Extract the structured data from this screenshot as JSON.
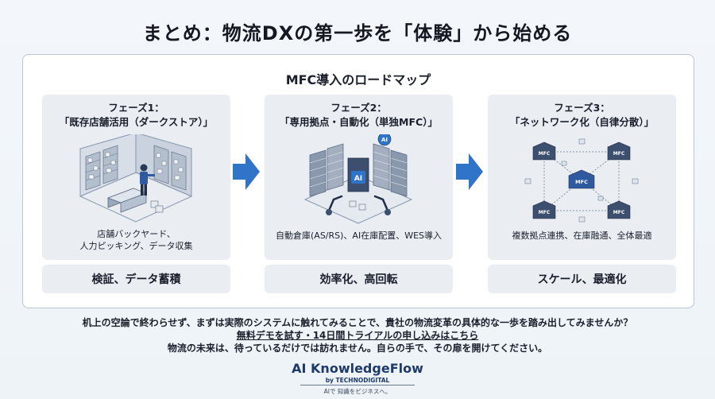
{
  "title": "まとめ：物流DXの第一歩を「体験」から始める",
  "roadmap": {
    "title": "MFC導入のロードマップ",
    "phases": [
      {
        "heading_line1": "フェーズ1：",
        "heading_line2": "「既存店舗活用（ダークストア）」",
        "desc_line1": "店舗バックヤード、",
        "desc_line2": "人力ピッキング、データ収集",
        "result": "検証、データ蓄積"
      },
      {
        "heading_line1": "フェーズ2：",
        "heading_line2": "「専用拠点・自動化（単独MFC）」",
        "desc_line1": "自動倉庫(AS/RS)、AI在庫配置、WES導入",
        "result": "効率化、高回転",
        "badge_ai": "AI",
        "label_ai": "AI"
      },
      {
        "heading_line1": "フェーズ3：",
        "heading_line2": "「ネットワーク化（自律分散）」",
        "desc_line1": "複数拠点連携、在庫融通、全体最適",
        "result": "スケール、最適化",
        "node_label": "MFC"
      }
    ]
  },
  "footer": {
    "line1": "机上の空論で終わらせず、まずは実際のシステムに触れてみることで、貴社の物流変革の具体的な一歩を踏み出してみませんか？",
    "line2": "無料デモを試す・14日間トライアルの申し込みはこちら",
    "line3": "物流の未来は、待っているだけでは訪れません。自らの手で、その扉を開けてください。"
  },
  "brand": {
    "name": "AI KnowledgeFlow",
    "by": "by TECHNODIGITAL",
    "tagline": "AIで 知識をビジネスへ。"
  },
  "colors": {
    "arrow": "#2f74c9",
    "accent": "#1e3a6b",
    "panel_border": "#b9c6d4"
  }
}
